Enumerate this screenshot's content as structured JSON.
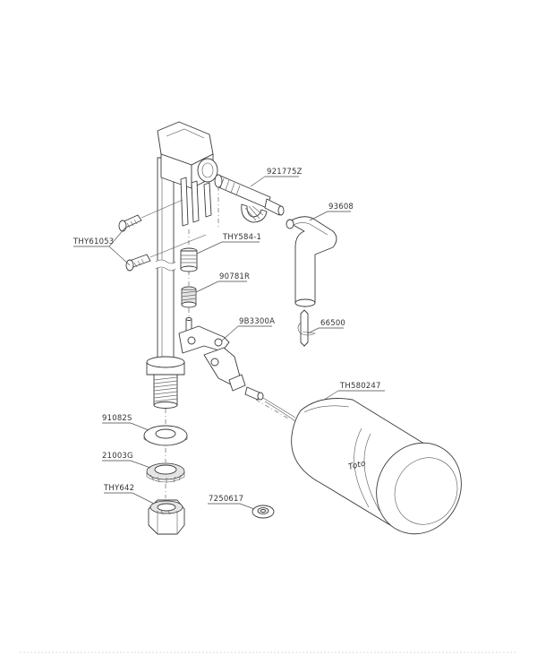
{
  "diagram": {
    "labels": {
      "p921775z": "921775Z",
      "p93608": "93608",
      "thy61053": "THY61053",
      "thy584": "THY584-1",
      "p90781r": "90781R",
      "p9b3300a": "9B3300A",
      "p66500": "66500",
      "th580247": "TH580247",
      "p91082s": "91082S",
      "p21003g": "21003G",
      "thy642": "THY642",
      "p7250617": "7250617"
    },
    "brand_mark": "Toto"
  }
}
